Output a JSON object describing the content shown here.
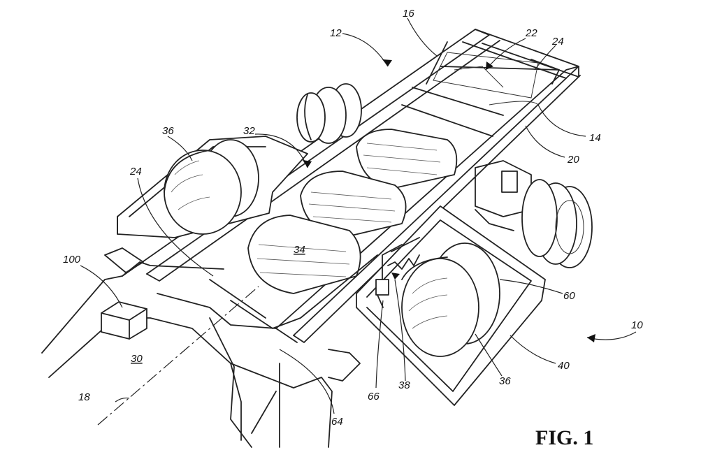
{
  "figure": {
    "caption": "FIG. 1",
    "reference_numerals": {
      "n12": "12",
      "n16": "16",
      "n22": "22",
      "n24_top": "24",
      "n14": "14",
      "n20": "20",
      "n36_left": "36",
      "n32": "32",
      "n24_left": "24",
      "n100": "100",
      "n34": "34",
      "n30": "30",
      "n18": "18",
      "n64": "64",
      "n66": "66",
      "n38": "38",
      "n36_right": "36",
      "n40": "40",
      "n60": "60",
      "n10": "10"
    }
  }
}
